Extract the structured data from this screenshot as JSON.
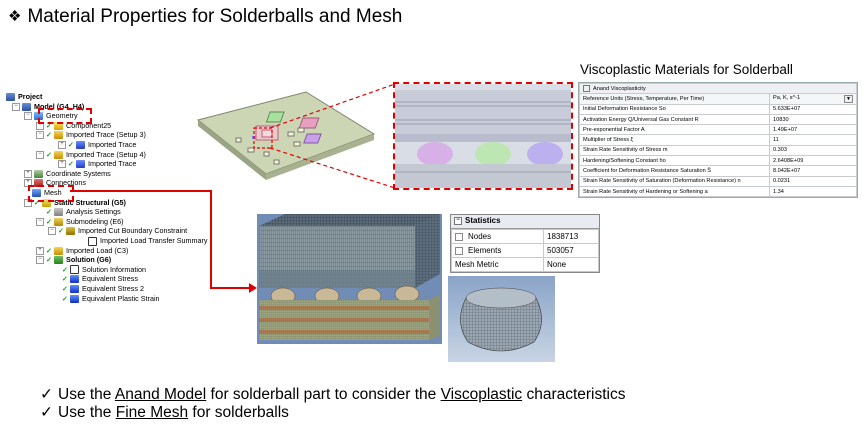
{
  "title": {
    "marker": "❖",
    "text": "Material Properties for Solderballs and Mesh"
  },
  "tree": {
    "items": [
      {
        "label": "Project",
        "bold": true
      },
      {
        "label": "Model (G4, H4)",
        "bold": true
      },
      {
        "label": "Geometry"
      },
      {
        "label": "Component25"
      },
      {
        "label": "Imported Trace (Setup 3)"
      },
      {
        "label": "Imported Trace"
      },
      {
        "label": "Imported Trace (Setup 4)"
      },
      {
        "label": "Imported Trace"
      },
      {
        "label": "Coordinate Systems"
      },
      {
        "label": "Connections"
      },
      {
        "label": "Mesh"
      },
      {
        "label": "Static Structural (G5)",
        "bold": true
      },
      {
        "label": "Analysis Settings"
      },
      {
        "label": "Submodeling (E6)"
      },
      {
        "label": "Imported Cut Boundary Constraint"
      },
      {
        "label": "Imported Load Transfer Summary"
      },
      {
        "label": "Imported Load (C3)"
      },
      {
        "label": "Solution (G6)",
        "bold": true
      },
      {
        "label": "Solution Information"
      },
      {
        "label": "Equivalent Stress"
      },
      {
        "label": "Equivalent Stress 2"
      },
      {
        "label": "Equivalent Plastic Strain"
      }
    ]
  },
  "visco": {
    "title": "Viscoplastic Materials for Solderball",
    "header": "Anand Viscoplasticity",
    "rows": [
      {
        "label": "Reference Units (Stress, Temperature, Per Time)",
        "value": "Pa, K, s^-1"
      },
      {
        "label": "Initial Deformation Resistance So",
        "value": "5.633E+07"
      },
      {
        "label": "Activation Energy Q/Universal Gas Constant R",
        "value": "10830"
      },
      {
        "label": "Pre-exponential Factor A",
        "value": "1.49E+07"
      },
      {
        "label": "Multiplier of Stress ξ",
        "value": "11"
      },
      {
        "label": "Strain Rate Sensitivity of Stress m",
        "value": "0.303"
      },
      {
        "label": "Hardening/Softening Constant ho",
        "value": "2.6408E+09"
      },
      {
        "label": "Coefficient for Deformation Resistance Saturation Ŝ",
        "value": "8.042E+07"
      },
      {
        "label": "Strain Rate Sensitivity of Saturation (Deformation Resistance) n",
        "value": "0.0231"
      },
      {
        "label": "Strain Rate Sensitivity of Hardening or Softening a",
        "value": "1.34"
      }
    ]
  },
  "stats": {
    "header": "Statistics",
    "rows": [
      {
        "label": "Nodes",
        "value": "1838713"
      },
      {
        "label": "Elements",
        "value": "503057"
      },
      {
        "label": "Mesh Metric",
        "value": "None"
      }
    ]
  },
  "bullets": {
    "b1": {
      "tick": "✓",
      "pre": "Use the ",
      "link1": "Anand Model",
      "mid": " for solderball part to consider the ",
      "link2": "Viscoplastic",
      "post": " characteristics"
    },
    "b2": {
      "tick": "✓",
      "pre": "Use the ",
      "link1": "Fine Mesh",
      "post": " for solderballs"
    }
  },
  "colors": {
    "accent_red": "#e00000"
  }
}
